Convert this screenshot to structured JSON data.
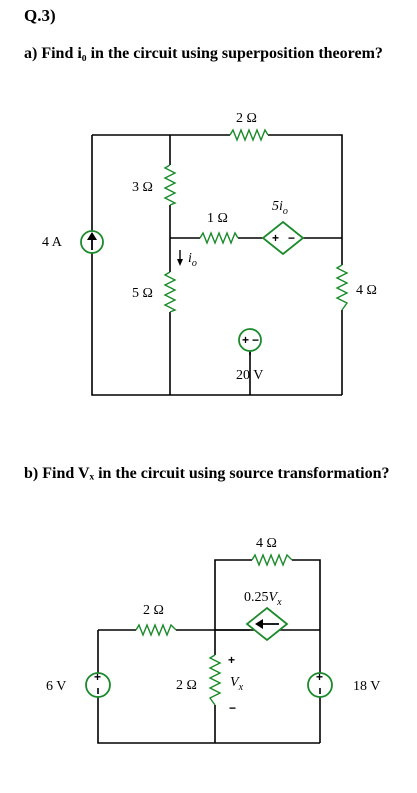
{
  "question": {
    "number": "Q.3)",
    "part_a": "a) Find i₀ in the circuit using superposition theorem?",
    "part_b": "b) Find Vₓ in the circuit using source transformation?"
  },
  "circuit_a": {
    "r_top": "2 Ω",
    "r_3": "3 Ω",
    "r_1": "1 Ω",
    "r_5": "5 Ω",
    "r_4": "4 Ω",
    "current_source": "4 A",
    "dep_source": "5i",
    "dep_source_sub": "o",
    "voltage_source": "20 V",
    "current_label": "i",
    "current_label_sub": "o"
  },
  "circuit_b": {
    "r_4": "4 Ω",
    "r_2_top": "2 Ω",
    "r_2_mid": "2 Ω",
    "dep_source": "0.25",
    "dep_source_var": "V",
    "dep_source_sub": "x",
    "source_left": "6 V",
    "source_right": "18 V",
    "vx_label": "V",
    "vx_sub": "x",
    "plus": "+",
    "minus": "−"
  }
}
